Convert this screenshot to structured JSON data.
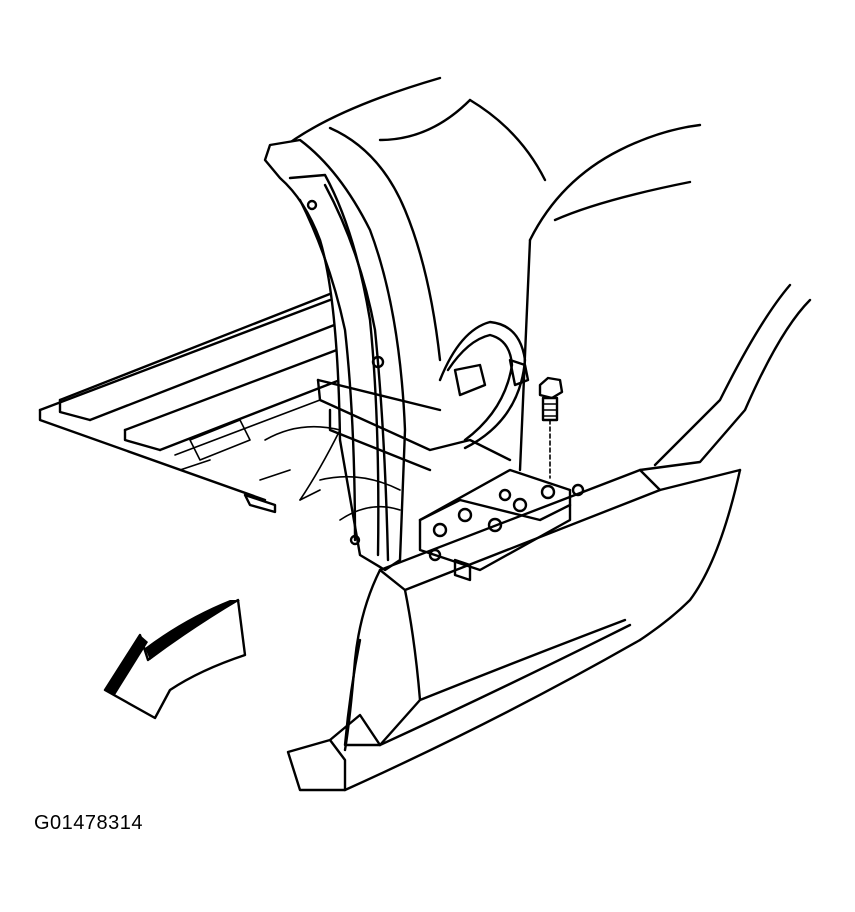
{
  "figure": {
    "id_label": "G01478314",
    "depicts": "truck-bed-wheelhouse-fastener-installation",
    "arrow_direction": "front-of-vehicle",
    "colors": {
      "line": "#000000",
      "background": "#ffffff"
    }
  }
}
